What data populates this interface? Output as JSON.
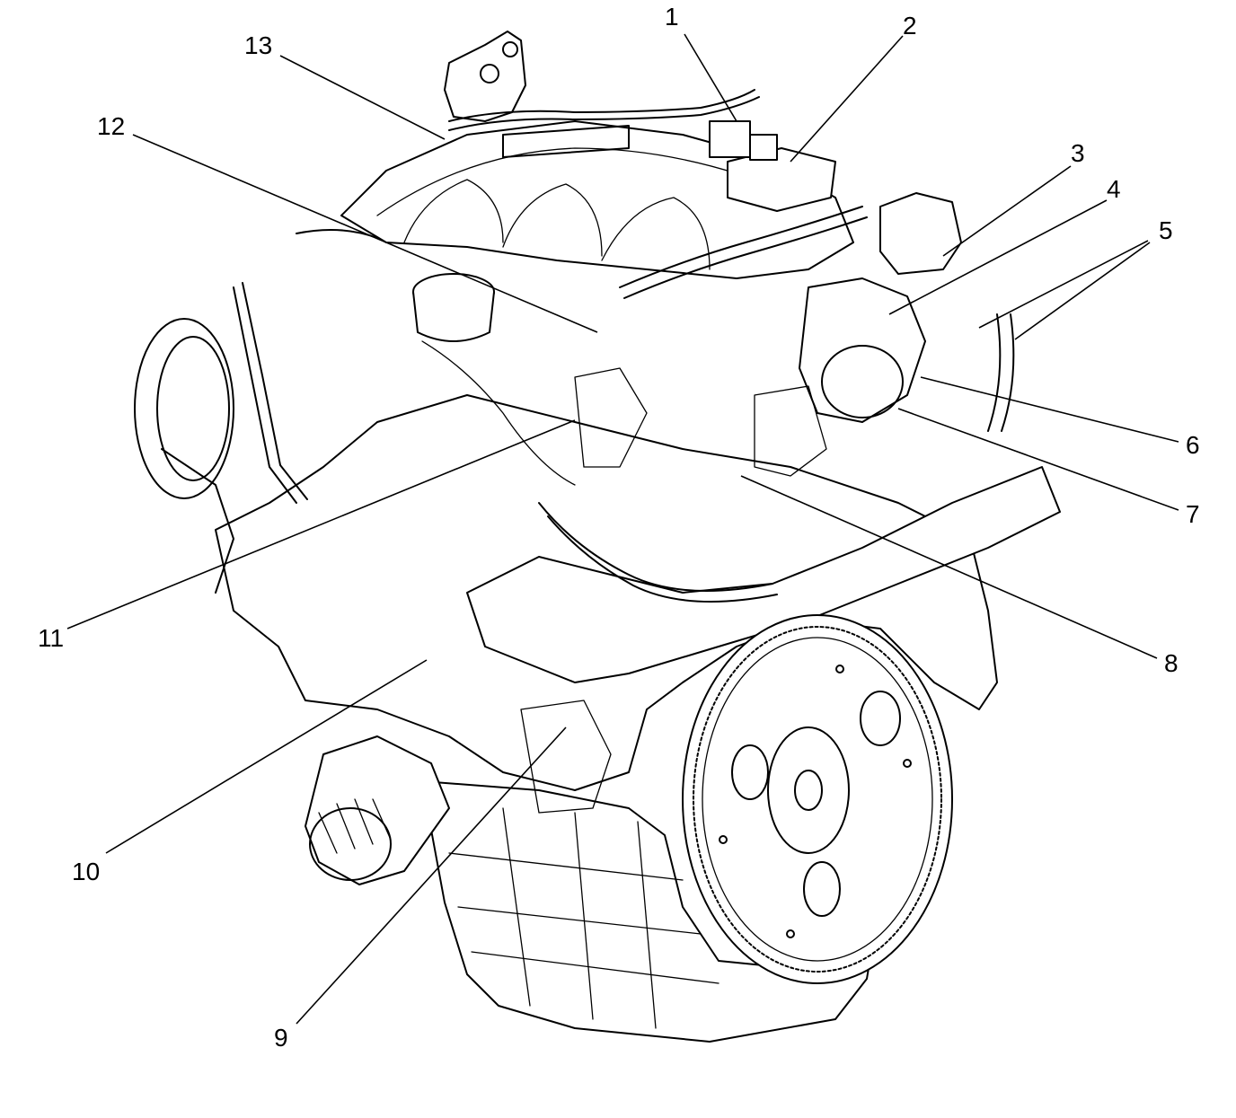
{
  "diagram": {
    "callouts": [
      {
        "id": "1",
        "label": "1"
      },
      {
        "id": "2",
        "label": "2"
      },
      {
        "id": "3",
        "label": "3"
      },
      {
        "id": "4",
        "label": "4"
      },
      {
        "id": "5",
        "label": "5"
      },
      {
        "id": "6",
        "label": "6"
      },
      {
        "id": "7",
        "label": "7"
      },
      {
        "id": "8",
        "label": "8"
      },
      {
        "id": "9",
        "label": "9"
      },
      {
        "id": "10",
        "label": "10"
      },
      {
        "id": "11",
        "label": "11"
      },
      {
        "id": "12",
        "label": "12"
      },
      {
        "id": "13",
        "label": "13"
      }
    ],
    "colors": {
      "ink": "#000000",
      "background": "#ffffff"
    }
  }
}
